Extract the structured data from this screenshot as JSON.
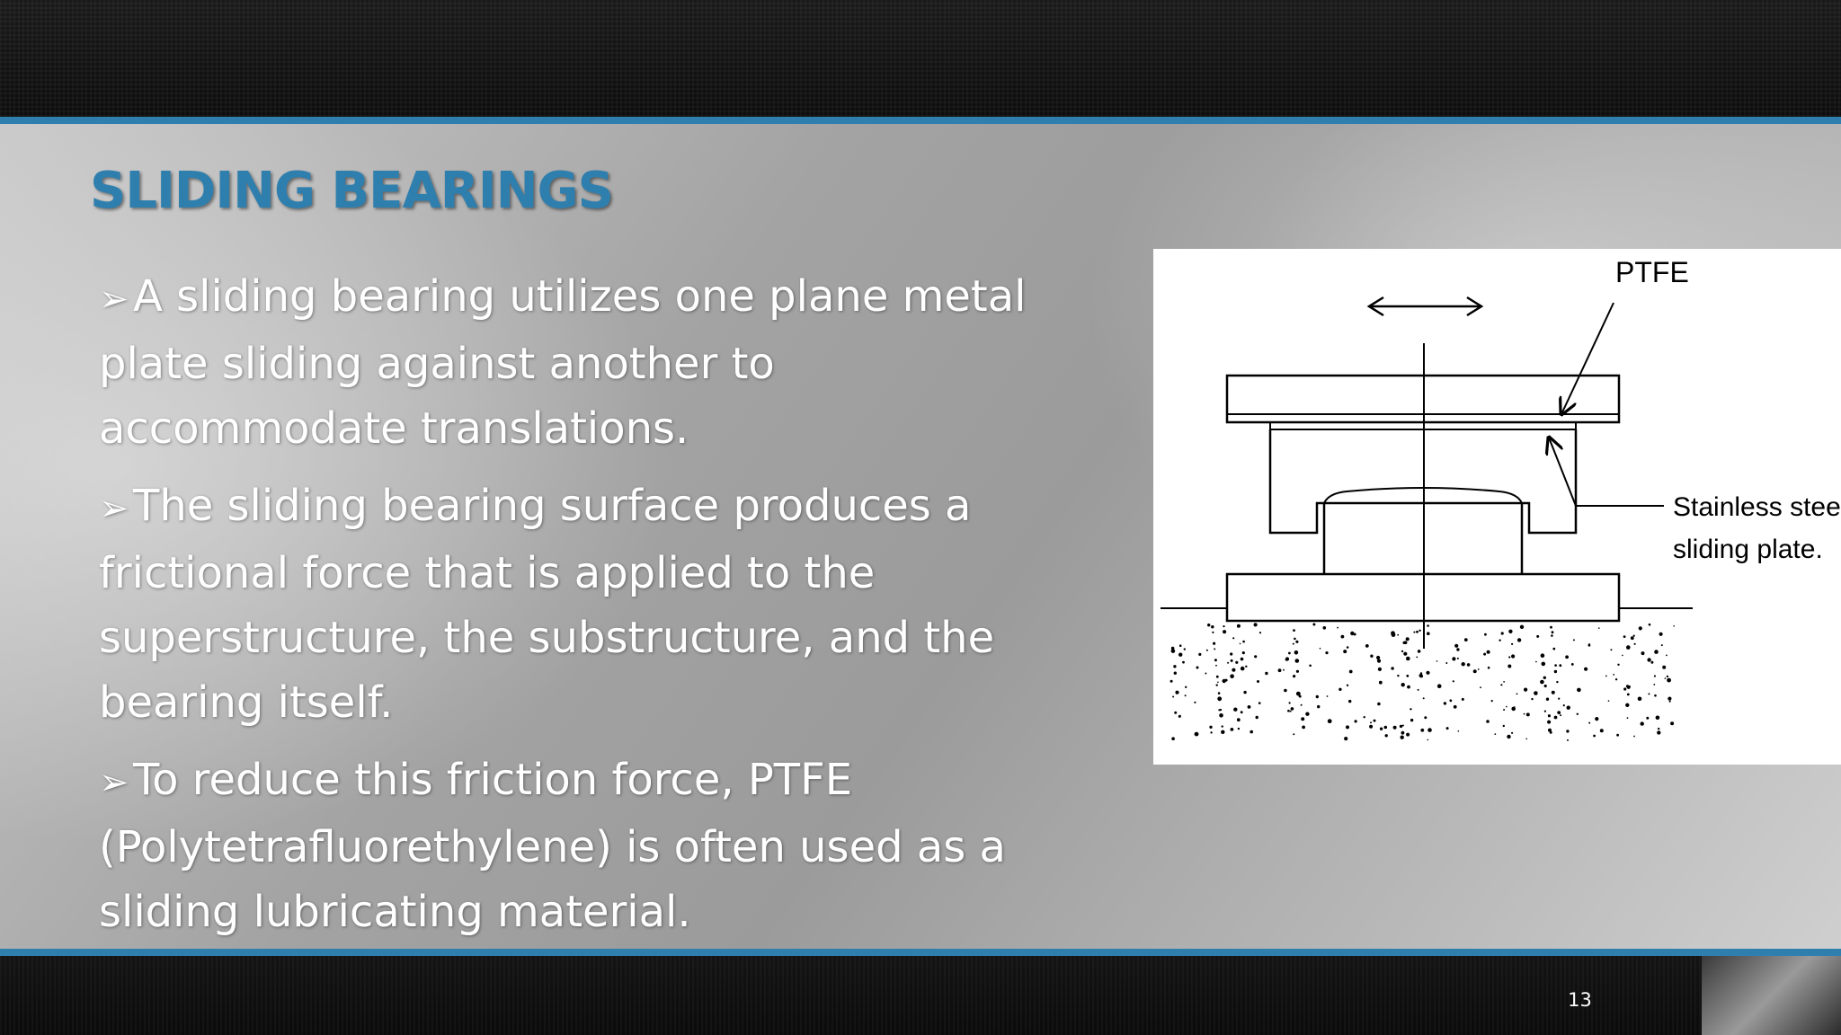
{
  "slide": {
    "title": "SLIDING BEARINGS",
    "bullets": [
      {
        "marker": "➢",
        "text": "A sliding bearing utilizes one plane metal plate sliding against another to accommodate translations."
      },
      {
        "marker": "➢",
        "text": "The sliding bearing surface produces a frictional force that is applied to the superstructure, the substructure, and the bearing itself."
      },
      {
        "marker": "➢",
        "text": "To reduce this friction force, PTFE (Polytetrafluorethylene) is often used as a sliding lubricating material."
      }
    ],
    "figure": {
      "label_ptfe": "PTFE",
      "label_plate_line1": "Stainless steel",
      "label_plate_line2": "sliding plate."
    },
    "page_number": "13"
  },
  "colors": {
    "accent": "#2f7fae",
    "text": "#ffffff",
    "band": "#111111"
  }
}
